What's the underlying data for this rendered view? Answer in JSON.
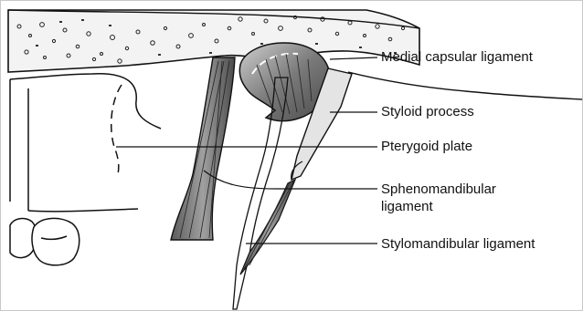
{
  "labels": {
    "medial_capsular_ligament": "Medial capsular ligament",
    "styloid_process": "Styloid process",
    "pterygoid_plate": "Pterygoid plate",
    "sphenomandibular_ligament_line1": "Sphenomandibular",
    "sphenomandibular_ligament_line2": "ligament",
    "stylomandibular_ligament": "Stylomandibular ligament"
  },
  "colors": {
    "ink": "#111111",
    "ligament_fill": "#8a8a8a",
    "capsule_fill": "#7a7a7a",
    "bone_shade": "#e6e6e6",
    "background": "#ffffff"
  }
}
